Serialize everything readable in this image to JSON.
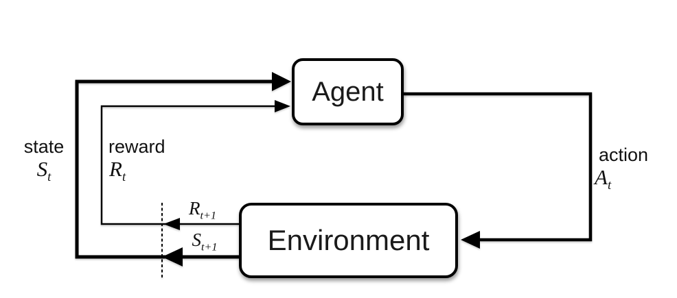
{
  "diagram": {
    "kind": "reinforcement-learning agent-environment interaction loop",
    "colors": {
      "background": "#ffffff",
      "line": "#000000",
      "box_fill": "#ffffff",
      "text": "#111111"
    },
    "nodes": {
      "agent": {
        "label": "Agent"
      },
      "environment": {
        "label": "Environment"
      }
    },
    "signals": {
      "state": {
        "word": "state",
        "symbol": "S",
        "subscript": "t"
      },
      "reward": {
        "word": "reward",
        "symbol": "R",
        "subscript": "t"
      },
      "action": {
        "word": "action",
        "symbol": "A",
        "subscript": "t"
      },
      "next_reward": {
        "symbol": "R",
        "subscript": "t+1"
      },
      "next_state": {
        "symbol": "S",
        "subscript": "t+1"
      }
    }
  }
}
